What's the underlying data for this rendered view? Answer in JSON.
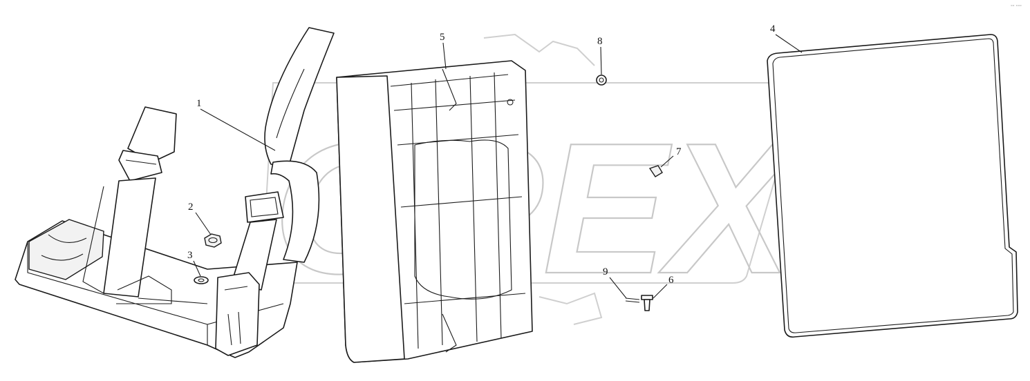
{
  "watermark": {
    "text": "OPEX",
    "color": "#c8c8c8"
  },
  "corner_mark": "°° °°°",
  "callouts": [
    {
      "id": "1",
      "label": "1"
    },
    {
      "id": "2",
      "label": "2"
    },
    {
      "id": "3",
      "label": "3"
    },
    {
      "id": "4",
      "label": "4"
    },
    {
      "id": "5",
      "label": "5"
    },
    {
      "id": "6",
      "label": "6"
    },
    {
      "id": "7",
      "label": "7"
    },
    {
      "id": "8",
      "label": "8"
    },
    {
      "id": "9",
      "label": "9"
    }
  ],
  "colors": {
    "line": "#1a1a1a",
    "background": "#ffffff"
  }
}
